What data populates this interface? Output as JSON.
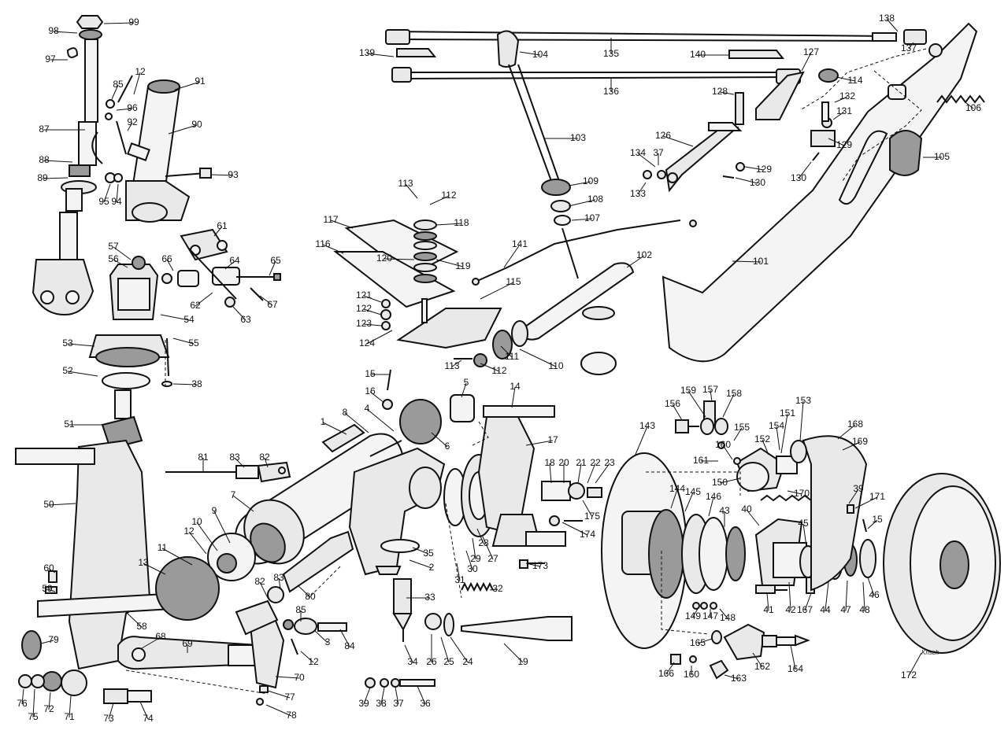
{
  "figure": {
    "signature": "Krisch",
    "labels": [
      "1",
      "2",
      "3",
      "4",
      "5",
      "6",
      "7",
      "8",
      "9",
      "10",
      "11",
      "12",
      "13",
      "14",
      "15",
      "16",
      "17",
      "18",
      "19",
      "20",
      "21",
      "22",
      "23",
      "24",
      "25",
      "26",
      "27",
      "28",
      "29",
      "30",
      "31",
      "32",
      "33",
      "34",
      "35",
      "36",
      "37",
      "38",
      "39",
      "40",
      "41",
      "42",
      "43",
      "44",
      "45",
      "46",
      "47",
      "48",
      "50",
      "51",
      "52",
      "53",
      "54",
      "55",
      "56",
      "57",
      "58",
      "59",
      "60",
      "61",
      "62",
      "63",
      "64",
      "65",
      "66",
      "67",
      "68",
      "69",
      "70",
      "71",
      "72",
      "73",
      "74",
      "75",
      "76",
      "77",
      "78",
      "79",
      "80",
      "81",
      "82",
      "83",
      "84",
      "85",
      "87",
      "88",
      "89",
      "90",
      "91",
      "92",
      "93",
      "94",
      "95",
      "96",
      "97",
      "98",
      "99",
      "101",
      "102",
      "103",
      "104",
      "105",
      "106",
      "107",
      "108",
      "109",
      "110",
      "111",
      "112",
      "113",
      "114",
      "115",
      "116",
      "117",
      "118",
      "119",
      "120",
      "121",
      "122",
      "123",
      "124",
      "126",
      "127",
      "128",
      "129",
      "130",
      "131",
      "132",
      "133",
      "134",
      "135",
      "136",
      "137",
      "138",
      "139",
      "140",
      "141",
      "143",
      "144",
      "145",
      "146",
      "147",
      "148",
      "149",
      "150",
      "151",
      "152",
      "153",
      "154",
      "155",
      "156",
      "157",
      "158",
      "159",
      "160",
      "161",
      "162",
      "163",
      "164",
      "165",
      "166",
      "167",
      "168",
      "169",
      "170",
      "171",
      "172",
      "173",
      "174",
      "175"
    ]
  }
}
